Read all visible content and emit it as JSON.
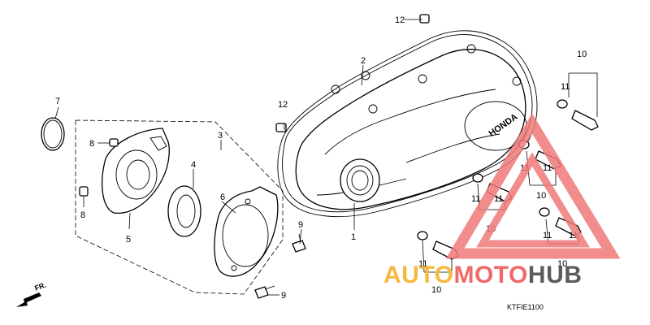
{
  "diagram": {
    "callouts": [
      "1",
      "2",
      "3",
      "4",
      "5",
      "6",
      "7",
      "8",
      "8",
      "9",
      "9",
      "10",
      "10",
      "10",
      "10",
      "10",
      "11",
      "11",
      "11",
      "11",
      "11",
      "11",
      "11",
      "11",
      "12",
      "12"
    ],
    "front_marker": "FR.",
    "drawing_code": "KTFIE1100",
    "logo_text": "HONDA"
  },
  "watermark": {
    "part1": "AUTO",
    "part2": "MOTO",
    "part3": "HUB",
    "colors": {
      "auto": "#f5b942",
      "moto": "#f06a6a",
      "hub": "#5b5b5b",
      "triangle": "#f07a7a"
    }
  }
}
